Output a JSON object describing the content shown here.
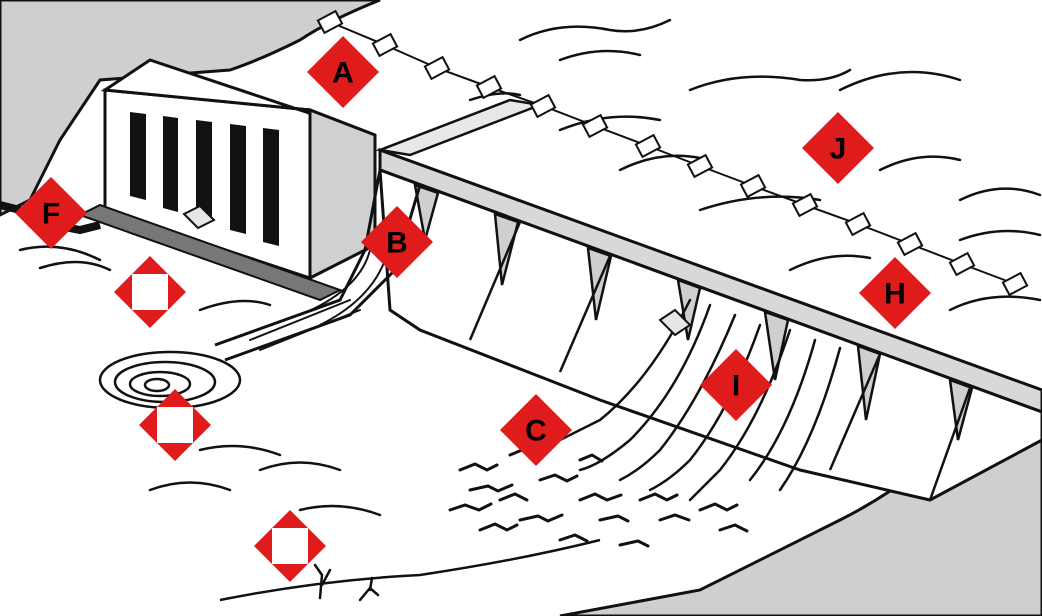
{
  "colors": {
    "marker_red": "#e01b1b",
    "ink": "#111111",
    "shore_gray": "#c8c8c8",
    "light_gray": "#e6e6e6",
    "water": "#ffffff",
    "blank_fill": "#ffffff"
  },
  "markers": [
    {
      "id": "A",
      "label": "A"
    },
    {
      "id": "B",
      "label": "B"
    },
    {
      "id": "C",
      "label": "C"
    },
    {
      "id": "F",
      "label": "F"
    },
    {
      "id": "H",
      "label": "H"
    },
    {
      "id": "I",
      "label": "I"
    },
    {
      "id": "J",
      "label": "J"
    }
  ],
  "blank_markers": 3
}
